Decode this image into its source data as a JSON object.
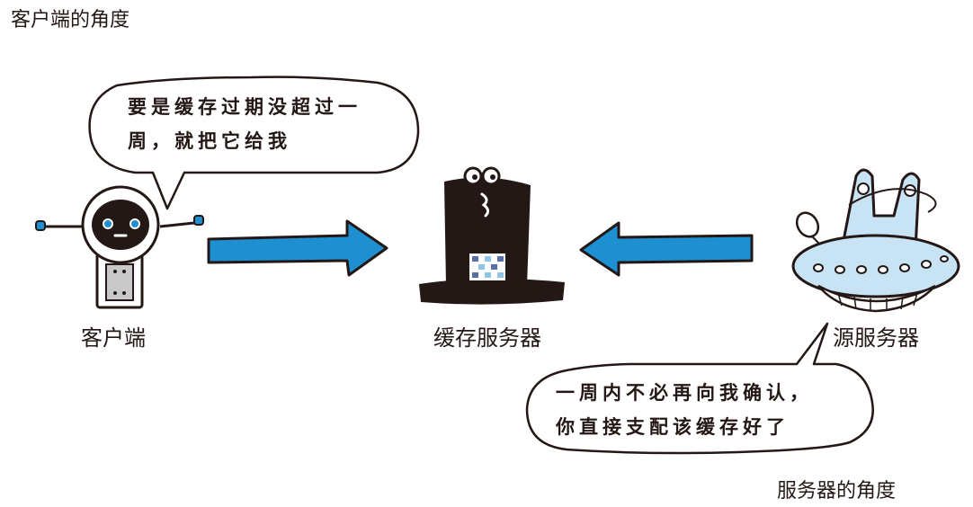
{
  "headings": {
    "client_view": "客户端的角度",
    "server_view": "服务器的角度"
  },
  "labels": {
    "client": "客户端",
    "cache_server": "缓存服务器",
    "origin_server": "源服务器"
  },
  "bubbles": {
    "client_line1": "要是缓存过期没超过一",
    "client_line2": "周，就把它给我",
    "server_line1": "一周内不必再向我确认，",
    "server_line2": "你直接支配该缓存好了"
  },
  "colors": {
    "arrow": "#1e8fd0",
    "ink": "#231815",
    "light_blue": "#c7e3f4"
  },
  "icons": [
    "robot-client-icon",
    "top-hat-cache-server-icon",
    "ufo-origin-server-icon"
  ]
}
